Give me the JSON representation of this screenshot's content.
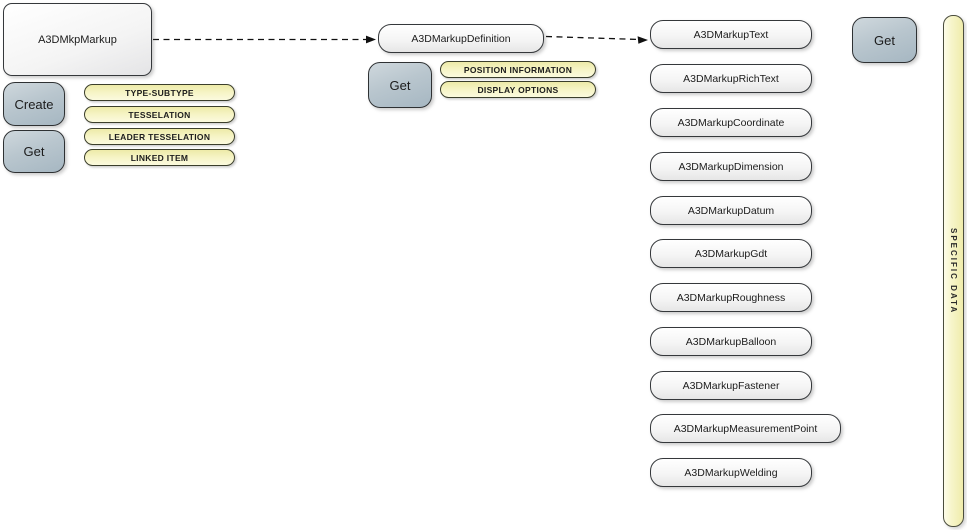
{
  "root_node": {
    "label": "A3DMkpMarkup"
  },
  "left_actions": {
    "create": "Create",
    "get": "Get"
  },
  "left_pills": [
    "TYPE-SUBTYPE",
    "TESSELATION",
    "LEADER TESSELATION",
    "LINKED ITEM"
  ],
  "definition_node": {
    "label": "A3DMarkupDefinition"
  },
  "definition_action": {
    "get": "Get"
  },
  "definition_pills": [
    "POSITION INFORMATION",
    "DISPLAY OPTIONS"
  ],
  "markup_types": [
    "A3DMarkupText",
    "A3DMarkupRichText",
    "A3DMarkupCoordinate",
    "A3DMarkupDimension",
    "A3DMarkupDatum",
    "A3DMarkupGdt",
    "A3DMarkupRoughness",
    "A3DMarkupBalloon",
    "A3DMarkupFastener",
    "A3DMarkupMeasurementPoint",
    "A3DMarkupWelding"
  ],
  "right_action": {
    "get": "Get"
  },
  "specific_data_bar": {
    "label": "SPECIFIC DATA"
  },
  "palette": {
    "node_fill_top": "#ffffff",
    "node_fill_bottom": "#e6e6e6",
    "node_border": "#35383b",
    "button_fill_top": "#cfd8dd",
    "button_fill_bottom": "#a6b7c2",
    "pill_fill_top": "#edeaa8",
    "pill_fill_bottom": "#fbfade",
    "bar_fill_left": "#fdfce9",
    "bar_fill_right": "#efecab",
    "connector": "#111111",
    "text": "#1c1c1c"
  }
}
